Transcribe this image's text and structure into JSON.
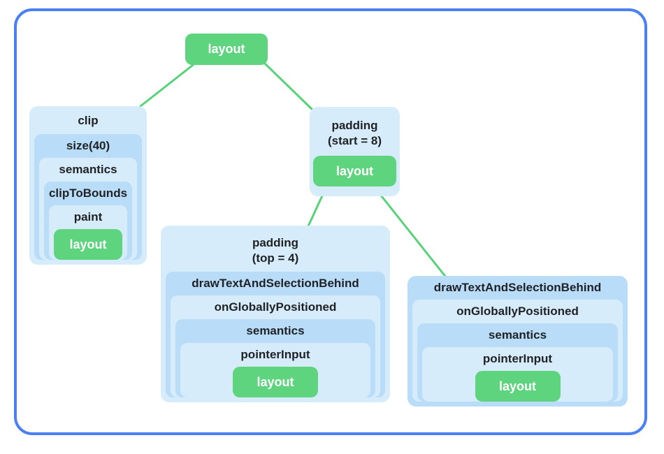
{
  "colors": {
    "border_blue": "#4a80f2",
    "node_light_blue": "#d7ecfb",
    "node_medium_blue": "#b9ddf8",
    "node_green": "#5ed47f",
    "connector_green": "#57d278",
    "label_text": "#1f2125",
    "leaf_text": "#ffffff"
  },
  "tree": {
    "root": {
      "label": "layout"
    },
    "clip": {
      "label": "clip",
      "children": [
        "size(40)",
        "semantics",
        "clipToBounds",
        "paint"
      ],
      "leaf": "layout"
    },
    "padding_start": {
      "label_line1": "padding",
      "label_line2": "(start = 8)",
      "leaf": "layout"
    },
    "padding_top": {
      "label_line1": "padding",
      "label_line2": "(top = 4)",
      "children": [
        "drawTextAndSelectionBehind",
        "onGloballyPositioned",
        "semantics",
        "pointerInput"
      ],
      "leaf": "layout"
    },
    "draw_text": {
      "label": "drawTextAndSelectionBehind",
      "children": [
        "onGloballyPositioned",
        "semantics",
        "pointerInput"
      ],
      "leaf": "layout"
    },
    "edges": [
      {
        "from": "root",
        "to": "clip"
      },
      {
        "from": "root",
        "to": "padding_start"
      },
      {
        "from": "padding_start",
        "to": "padding_top"
      },
      {
        "from": "padding_start",
        "to": "draw_text"
      }
    ]
  }
}
